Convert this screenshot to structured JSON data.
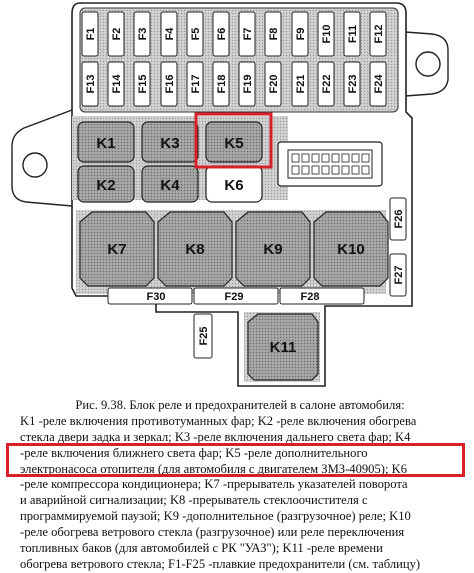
{
  "relays": [
    {
      "id": "K1",
      "label": "K1"
    },
    {
      "id": "K3",
      "label": "K3"
    },
    {
      "id": "K5",
      "label": "K5"
    },
    {
      "id": "K2",
      "label": "K2"
    },
    {
      "id": "K4",
      "label": "K4"
    },
    {
      "id": "K6",
      "label": "K6"
    },
    {
      "id": "K7",
      "label": "K7"
    },
    {
      "id": "K8",
      "label": "K8"
    },
    {
      "id": "K9",
      "label": "K9"
    },
    {
      "id": "K10",
      "label": "K10"
    },
    {
      "id": "K11",
      "label": "K11"
    }
  ],
  "fuses_top": [
    "F1",
    "F2",
    "F3",
    "F4",
    "F5",
    "F6",
    "F7",
    "F8",
    "F9",
    "F10",
    "F11",
    "F12"
  ],
  "fuses_bottom": [
    "F13",
    "F14",
    "F15",
    "F16",
    "F17",
    "F18",
    "F19",
    "F20",
    "F21",
    "F22",
    "F23",
    "F24"
  ],
  "fuses_other": [
    "F25",
    "F26",
    "F27",
    "F28",
    "F29",
    "F30"
  ],
  "highlight_color": "#d8202a",
  "caption": {
    "lines": [
      "Рис. 9.38. Блок реле и предохранителей в салоне автомобиля:",
      "K1 -реле включения противотуманных фар; K2 -реле включения обогрева",
      "стекла двери задка и зеркал; K3 -реле включения дальнего света фар; K4",
      "-реле включения ближнего света фар; K5 -реле дополнительного",
      "электронасоса отопителя (для автомобиля с двигателем ЗМЗ-40905); K6",
      "-реле компрессора кондиционера; K7 -прерыватель указателей поворота",
      "и аварийной сигнализации; K8 -прерыватель стеклоочистителя с",
      "программируемой паузой; K9 -дополнительное (разгрузочное) реле; K10",
      "-реле обогрева ветрового стекла (разгрузочное) или реле переключения",
      "топливных баков (для автомобилей с РК \"УАЗ\"); K11 -реле времени",
      "обогрева ветрового стекла; F1-F25 -плавкие предохранители (см. таблицу)"
    ]
  }
}
